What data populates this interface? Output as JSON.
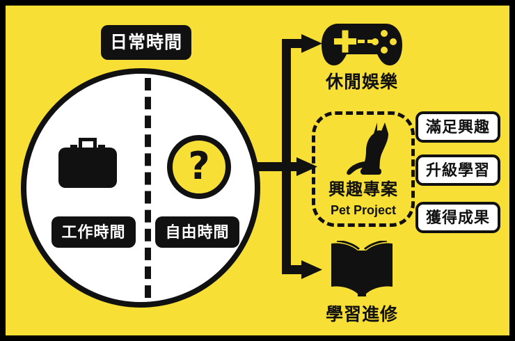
{
  "theme": {
    "background_yellow": "#f7df35",
    "ink_black": "#111111",
    "panel_white": "#ffffff"
  },
  "header": {
    "daily_time_label": "日常時間"
  },
  "circle": {
    "work_label": "工作時間",
    "free_label": "自由時間",
    "work_icon": "briefcase-icon",
    "free_icon": "question-mark-icon",
    "question_mark": "?"
  },
  "outcomes": [
    {
      "id": "leisure",
      "icon": "gamepad-icon",
      "label": "休閒娛樂"
    },
    {
      "id": "pet-project",
      "icon": "cat-icon",
      "label": "興趣專案",
      "sublabel": "Pet Project"
    },
    {
      "id": "study",
      "icon": "open-book-icon",
      "label": "學習進修"
    }
  ],
  "benefits": [
    {
      "label": "滿足興趣"
    },
    {
      "label": "升級學習"
    },
    {
      "label": "獲得成果"
    }
  ]
}
